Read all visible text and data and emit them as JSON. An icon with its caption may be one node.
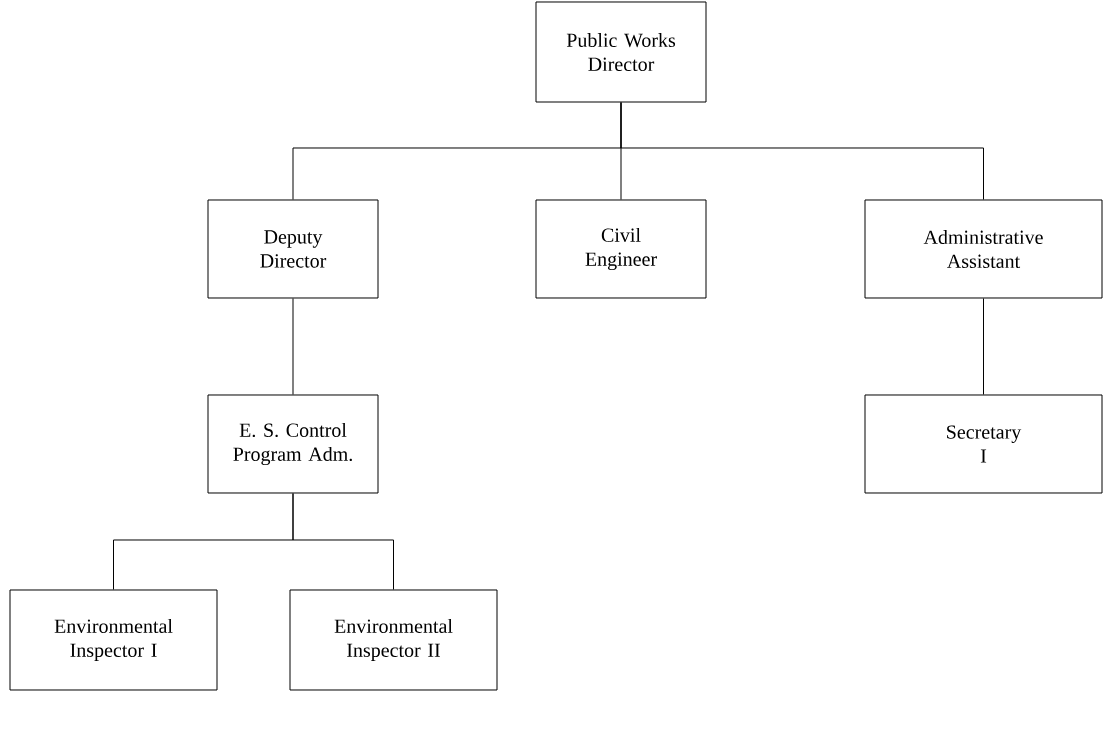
{
  "diagram": {
    "nodes": [
      {
        "text": [
          "Public Works Director"
        ]
      },
      {
        "text": [
          "Deputy Director"
        ]
      },
      {
        "text": [
          "Civil Engineer"
        ]
      },
      {
        "text": [
          "Administrative Assistant"
        ]
      },
      {
        "text": [
          "E. S. Control Program Adm."
        ]
      },
      {
        "text": [
          "Secretary I"
        ]
      },
      {
        "text": [
          "Environmental Inspector I"
        ]
      },
      {
        "text": [
          "Environmental Inspector II"
        ]
      }
    ],
    "edges": [
      {
        "from": 0,
        "to": 1,
        "arrow": "none"
      },
      {
        "from": 0,
        "to": 2,
        "arrow": "none"
      },
      {
        "from": 0,
        "to": 3,
        "arrow": "none"
      },
      {
        "from": 1,
        "to": 4,
        "arrow": "none"
      },
      {
        "from": 3,
        "to": 5,
        "arrow": "none"
      },
      {
        "from": 4,
        "to": 6,
        "arrow": "none"
      },
      {
        "from": 4,
        "to": 7,
        "arrow": "none"
      }
    ]
  }
}
